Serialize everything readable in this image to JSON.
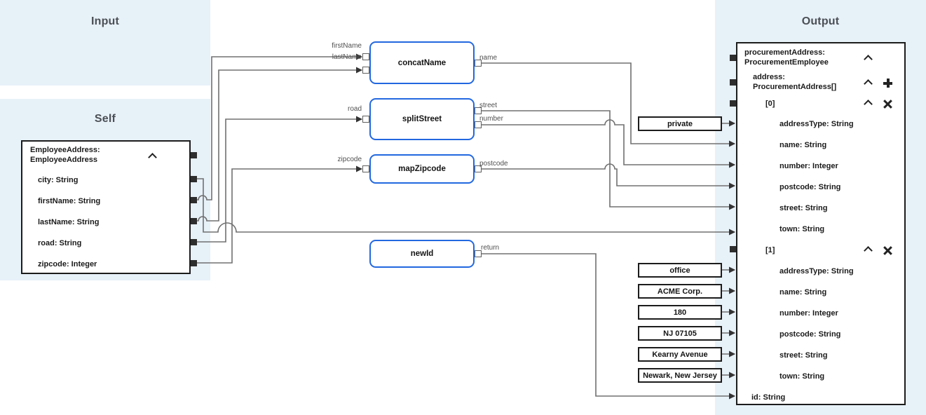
{
  "regions": {
    "input_label": "Input",
    "self_label": "Self",
    "output_label": "Output"
  },
  "self_panel": {
    "title_line1": "EmployeeAddress:",
    "title_line2": "EmployeeAddress",
    "fields": [
      "city: String",
      "firstName: String",
      "lastName: String",
      "road: String",
      "zipcode: Integer"
    ]
  },
  "transforms": [
    {
      "label": "concatName"
    },
    {
      "label": "splitStreet"
    },
    {
      "label": "mapZipcode"
    },
    {
      "label": "newId"
    }
  ],
  "port_labels": {
    "firstName": "firstName",
    "lastName": "lastName",
    "road": "road",
    "zipcode": "zipcode",
    "name": "name",
    "street": "street",
    "number": "number",
    "postcode": "postcode",
    "return": "return"
  },
  "constants": [
    "private",
    "office",
    "ACME Corp.",
    "180",
    "NJ 07105",
    "Kearny Avenue",
    "Newark, New Jersey"
  ],
  "output_panel": {
    "root_line1": "procurementAddress:",
    "root_line2": "ProcurementEmployee",
    "address_line1": "address:",
    "address_line2": "ProcurementAddress[]",
    "item0_label": "[0]",
    "item1_label": "[1]",
    "fields0": [
      "addressType: String",
      "name: String",
      "number: Integer",
      "postcode: String",
      "street: String",
      "town: String"
    ],
    "fields1": [
      "addressType: String",
      "name: String",
      "number: Integer",
      "postcode: String",
      "street: String",
      "town: String"
    ],
    "id_label": "id: String"
  },
  "colors": {
    "region_bg": "#e7f1f8",
    "transform_border": "#2268e0",
    "panel_border": "#1c1c1c",
    "wire": "#707070",
    "arrow": "#333333"
  }
}
